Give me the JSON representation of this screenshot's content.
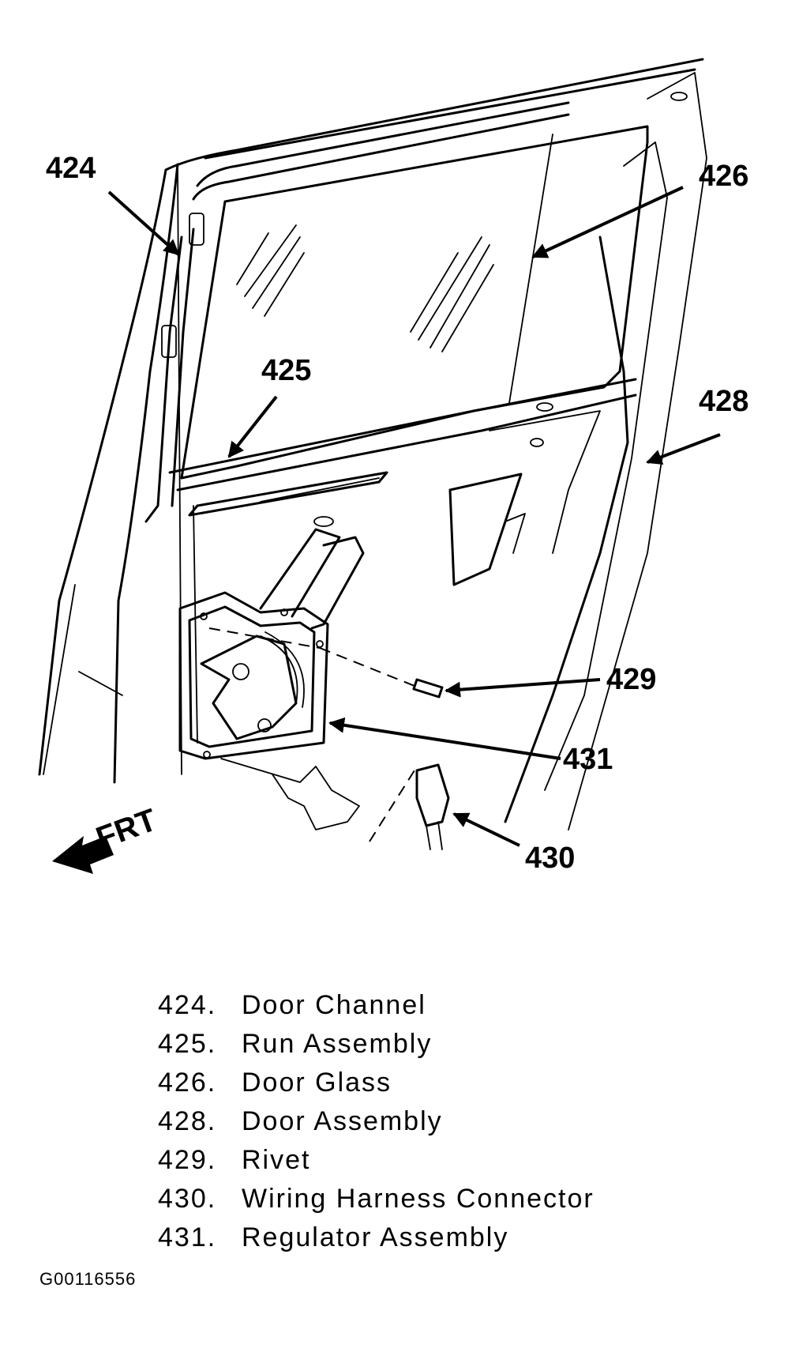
{
  "callouts": {
    "c424": "424",
    "c425": "425",
    "c426": "426",
    "c428": "428",
    "c429": "429",
    "c430": "430",
    "c431": "431"
  },
  "front_label": "FRT",
  "legend": [
    {
      "number": "424.",
      "label": "Door Channel"
    },
    {
      "number": "425.",
      "label": "Run Assembly"
    },
    {
      "number": "426.",
      "label": "Door Glass"
    },
    {
      "number": "428.",
      "label": "Door Assembly"
    },
    {
      "number": "429.",
      "label": "Rivet"
    },
    {
      "number": "430.",
      "label": "Wiring Harness Connector"
    },
    {
      "number": "431.",
      "label": "Regulator Assembly"
    }
  ],
  "figure_id": "G00116556",
  "icons": {
    "front_arrow": "front-direction-arrow-icon"
  }
}
